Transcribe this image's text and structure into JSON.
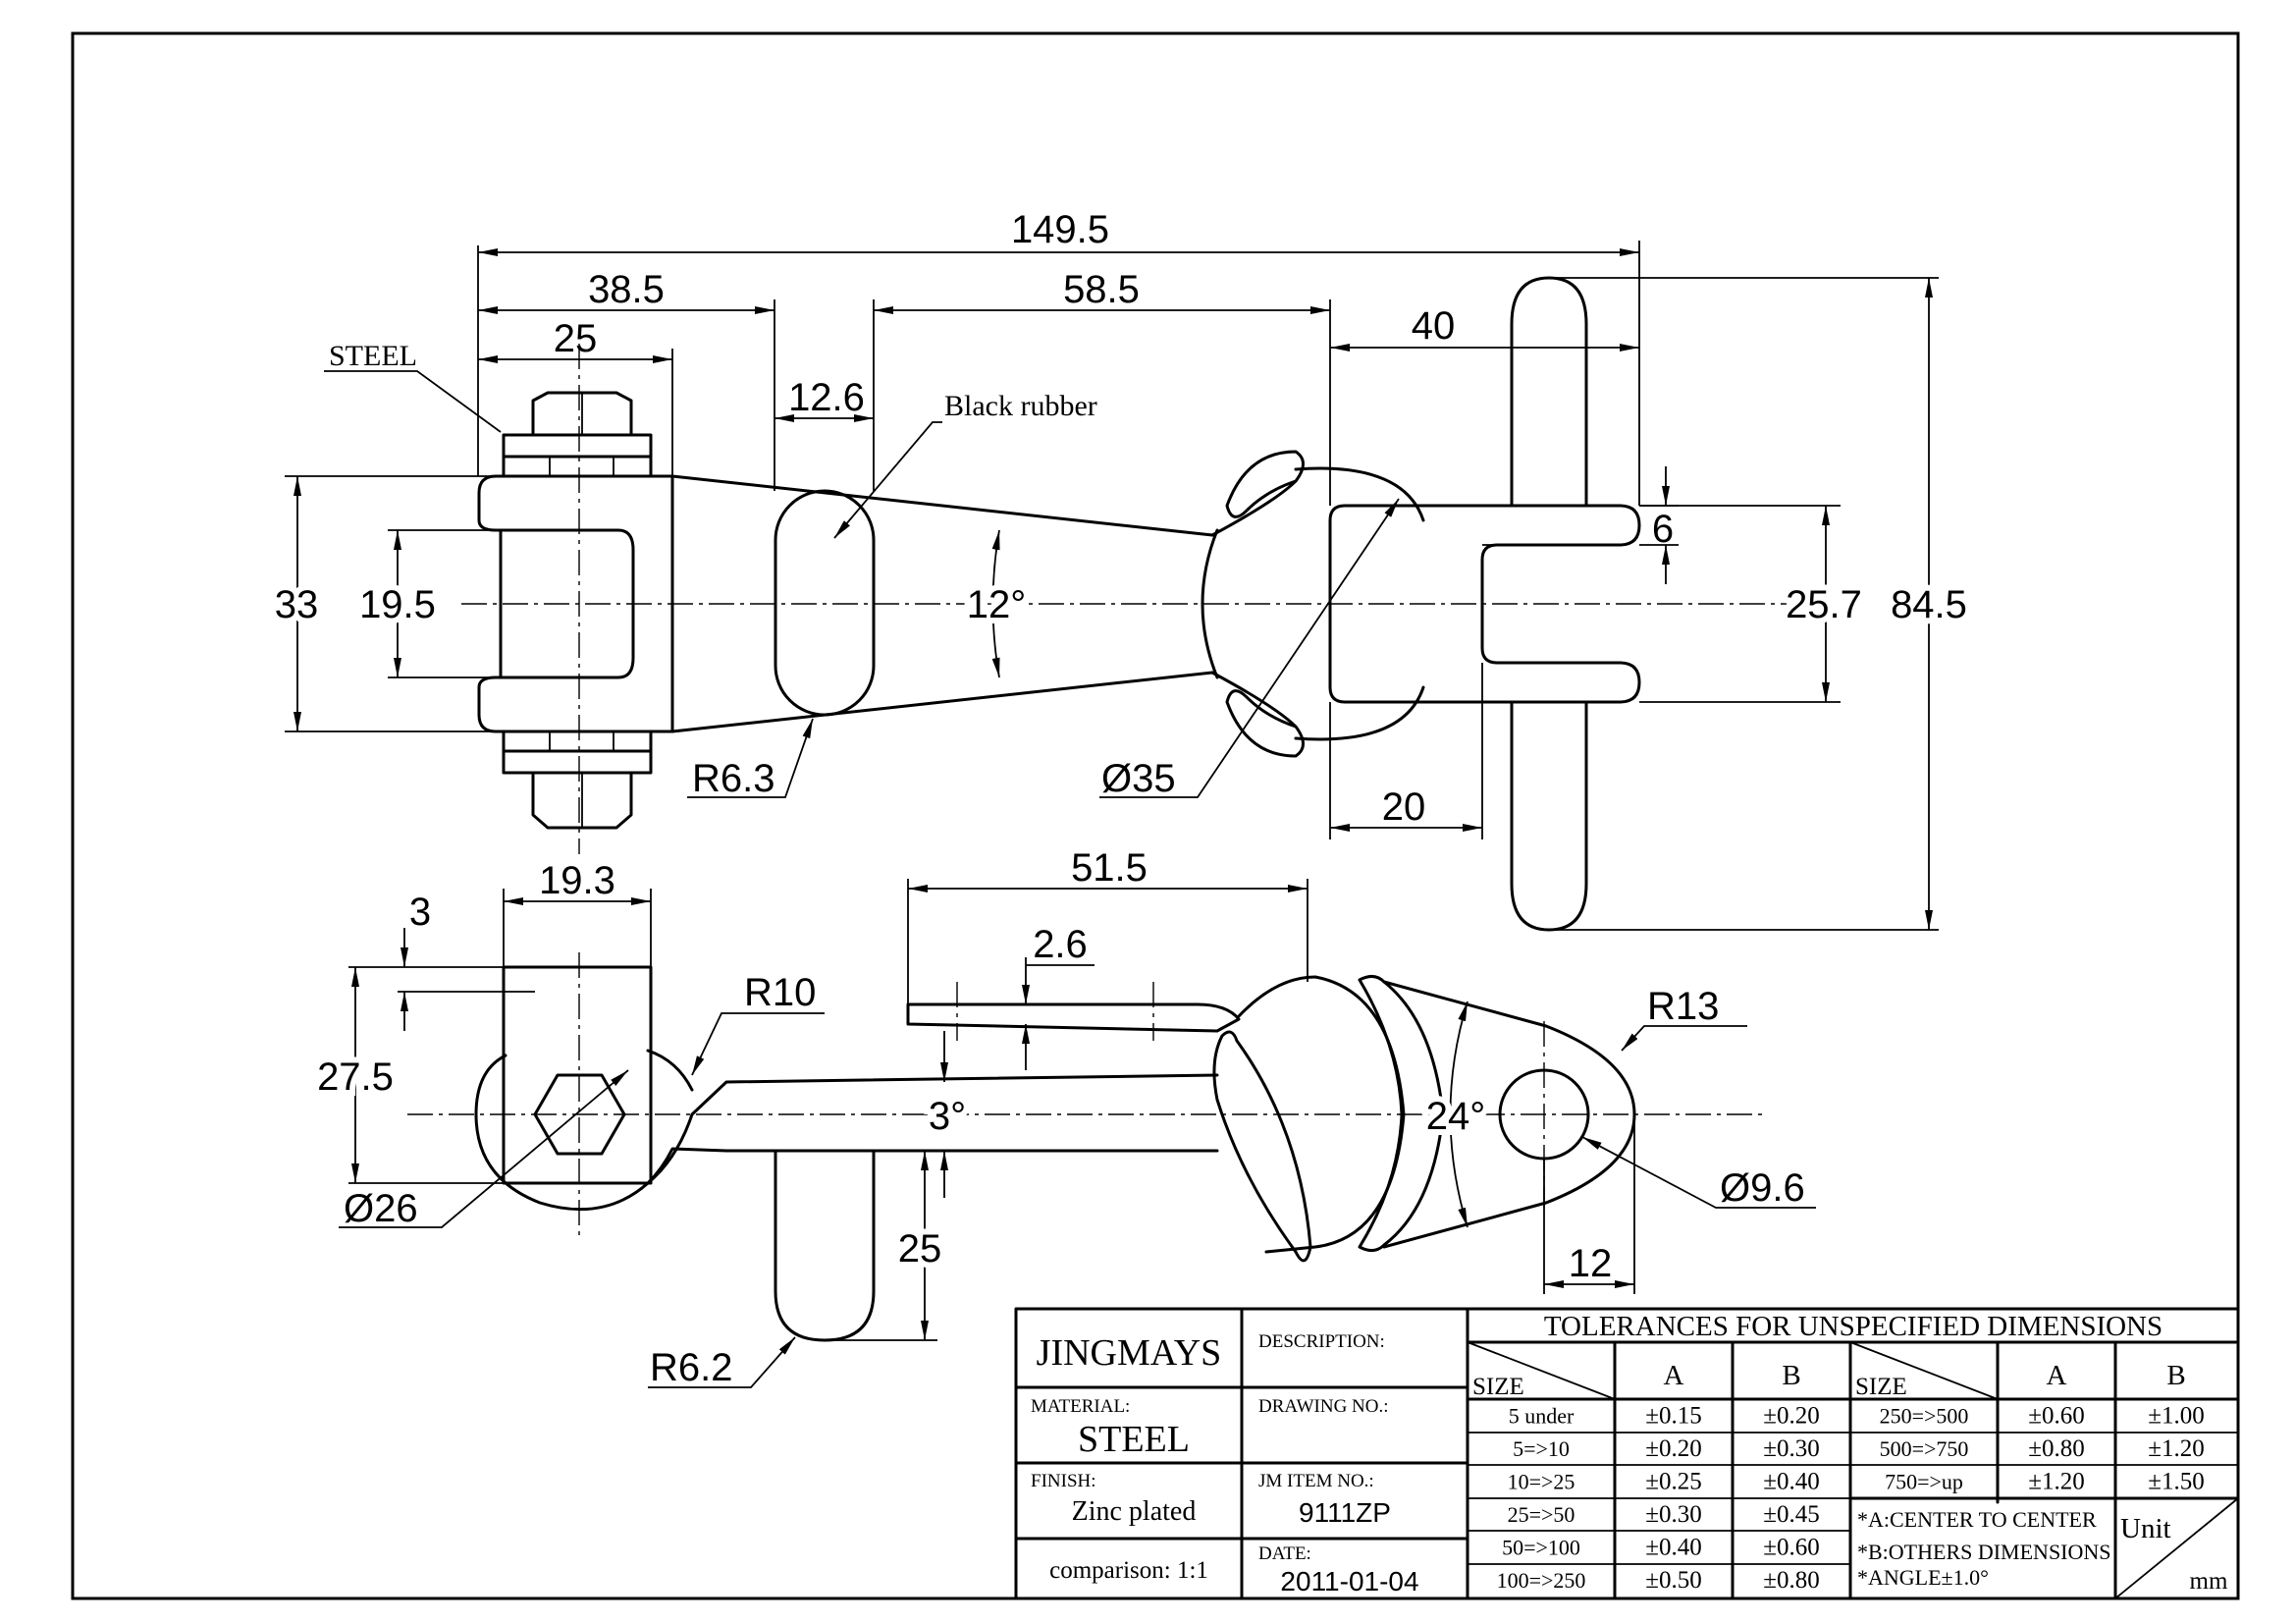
{
  "dimensions": {
    "overall_length": "149.5",
    "d_38_5": "38.5",
    "d_25_top": "25",
    "d_58_5": "58.5",
    "d_40": "40",
    "d_12_6": "12.6",
    "d_33": "33",
    "d_19_5": "19.5",
    "d_12deg": "12°",
    "d_6": "6",
    "d_25_7": "25.7",
    "d_84_5": "84.5",
    "d_r6_3": "R6.3",
    "d_dia35": "Ø35",
    "d_20": "20",
    "d_19_3": "19.3",
    "d_51_5": "51.5",
    "d_3": "3",
    "d_2_6": "2.6",
    "d_r10": "R10",
    "d_r13": "R13",
    "d_27_5": "27.5",
    "d_3deg": "3°",
    "d_24deg": "24°",
    "d_dia26": "Ø26",
    "d_dia9_6": "Ø9.6",
    "d_25_bottom": "25",
    "d_12": "12",
    "d_r6_2": "R6.2"
  },
  "notes": {
    "steel": "STEEL",
    "black_rubber": "Black rubber"
  },
  "title_block": {
    "company": "JINGMAYS",
    "description_label": "DESCRIPTION:",
    "material_label": "MATERIAL:",
    "material_value": "STEEL",
    "drawing_no_label": "DRAWING NO.:",
    "finish_label": "FINISH:",
    "finish_value": "Zinc plated",
    "item_no_label": "JM ITEM NO.:",
    "item_no_value": "9111ZP",
    "comparison": "comparison: 1:1",
    "date_label": "DATE:",
    "date_value": "2011-01-04"
  },
  "tolerances": {
    "title": "TOLERANCES FOR UNSPECIFIED DIMENSIONS",
    "size_label": "SIZE",
    "col_a": "A",
    "col_b": "B",
    "left_rows": [
      {
        "size": "5 under",
        "a": "±0.15",
        "b": "±0.20"
      },
      {
        "size": "5=>10",
        "a": "±0.20",
        "b": "±0.30"
      },
      {
        "size": "10=>25",
        "a": "±0.25",
        "b": "±0.40"
      },
      {
        "size": "25=>50",
        "a": "±0.30",
        "b": "±0.45"
      },
      {
        "size": "50=>100",
        "a": "±0.40",
        "b": "±0.60"
      },
      {
        "size": "100=>250",
        "a": "±0.50",
        "b": "±0.80"
      }
    ],
    "right_rows": [
      {
        "size": "250=>500",
        "a": "±0.60",
        "b": "±1.00"
      },
      {
        "size": "500=>750",
        "a": "±0.80",
        "b": "±1.20"
      },
      {
        "size": "750=>up",
        "a": "±1.20",
        "b": "±1.50"
      }
    ],
    "note_a": "*A:CENTER TO CENTER",
    "note_b": "*B:OTHERS DIMENSIONS",
    "note_angle": "*ANGLE±1.0°",
    "unit_label": "Unit",
    "unit_value": "mm"
  }
}
